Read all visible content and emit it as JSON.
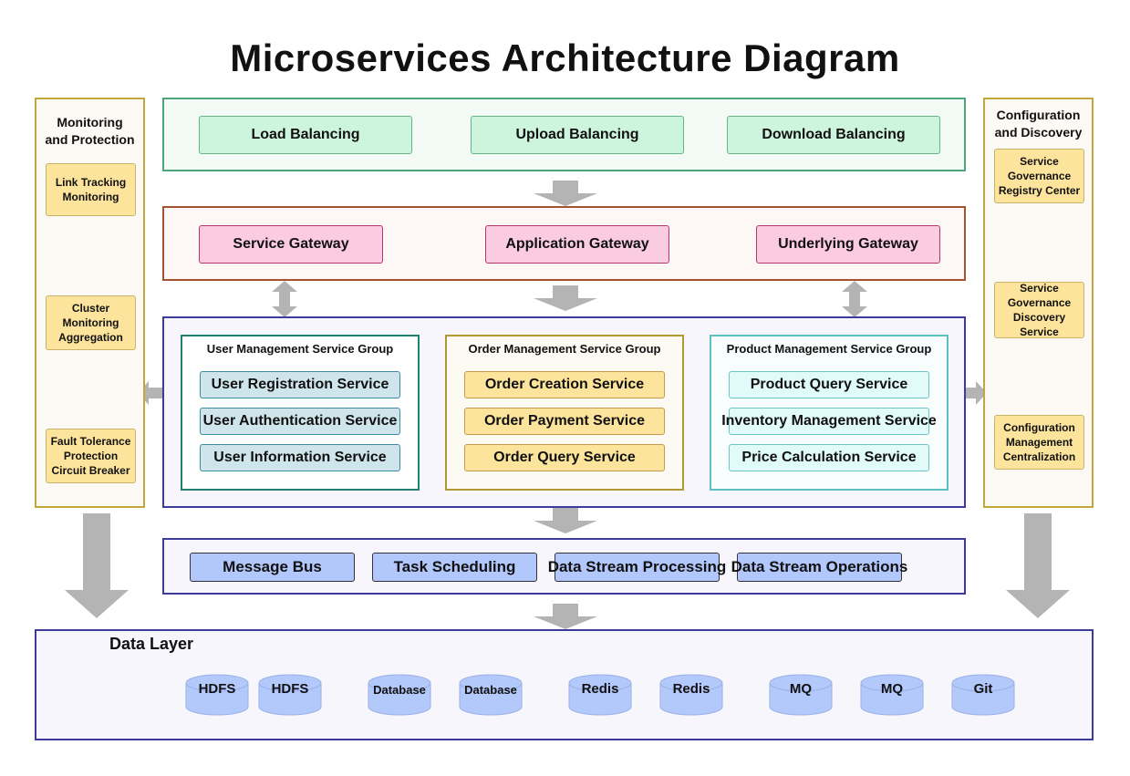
{
  "title": "Microservices Architecture Diagram",
  "monitoring": {
    "title_line1": "Monitoring",
    "title_line2": "and Protection",
    "items": [
      {
        "line1": "Link Tracking",
        "line2": "Monitoring"
      },
      {
        "line1": "Cluster",
        "line2": "Monitoring",
        "line3": "Aggregation"
      },
      {
        "line1": "Fault Tolerance",
        "line2": "Protection",
        "line3": "Circuit Breaker"
      }
    ]
  },
  "config": {
    "title_line1": "Configuration",
    "title_line2": "and Discovery",
    "items": [
      {
        "line1": "Service",
        "line2": "Governance",
        "line3": "Registry Center"
      },
      {
        "line1": "Service",
        "line2": "Governance",
        "line3": "Discovery",
        "line4": "Service"
      },
      {
        "line1": "Configuration",
        "line2": "Management",
        "line3": "Centralization"
      }
    ]
  },
  "balancing": [
    "Load Balancing",
    "Upload Balancing",
    "Download Balancing"
  ],
  "gateways": [
    "Service Gateway",
    "Application Gateway",
    "Underlying Gateway"
  ],
  "groups": [
    {
      "title": "User Management Service Group",
      "services": [
        "User Registration Service",
        "User Authentication Service",
        "User Information Service"
      ]
    },
    {
      "title": "Order Management Service Group",
      "services": [
        "Order Creation Service",
        "Order Payment Service",
        "Order Query Service"
      ]
    },
    {
      "title": "Product Management Service Group",
      "services": [
        "Product Query Service",
        "Inventory Management Service",
        "Price Calculation Service"
      ]
    }
  ],
  "bus": [
    "Message Bus",
    "Task Scheduling",
    "Data Stream Processing",
    "Data Stream Operations"
  ],
  "data_layer": {
    "title": "Data Layer",
    "stores": [
      "HDFS",
      "HDFS",
      "Database",
      "Database",
      "Redis",
      "Redis",
      "MQ",
      "MQ",
      "Git"
    ]
  },
  "colors": {
    "balancing_fill": "#cdf5dd",
    "gateway_fill": "#fbcbe1",
    "side_item_fill": "#fde49c",
    "bus_fill": "#b2c7fb",
    "cylinder_fill": "#b3c8fb",
    "arrow": "#b4b4b4"
  }
}
